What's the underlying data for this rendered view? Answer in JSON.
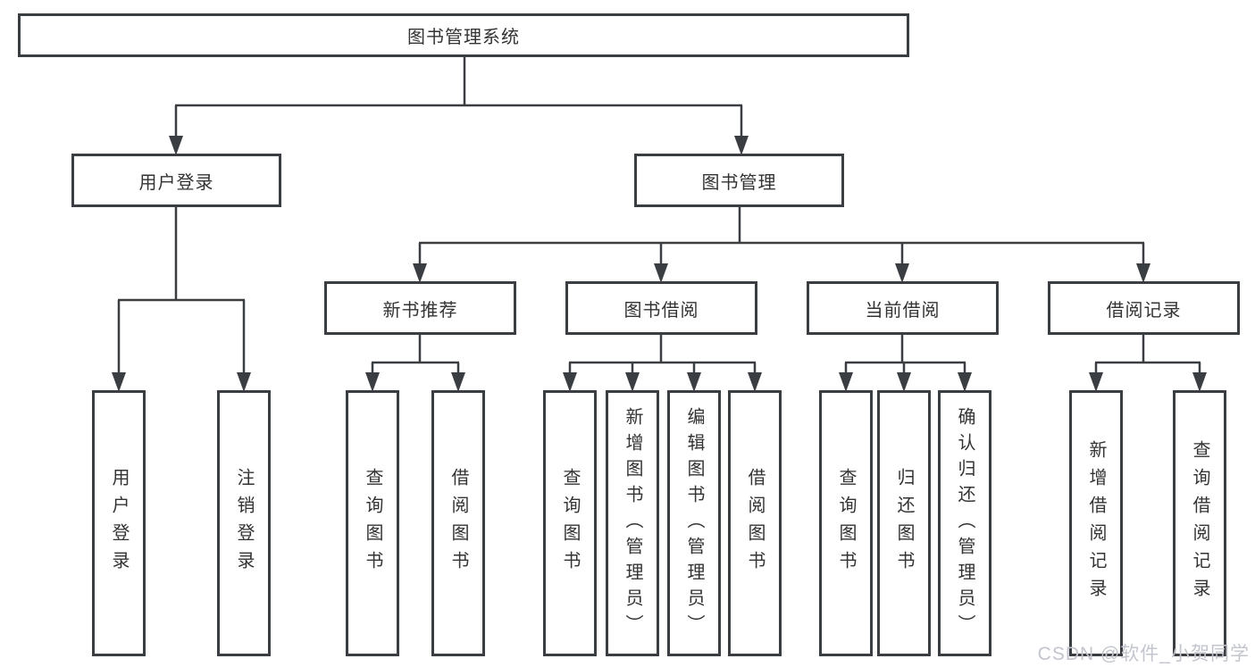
{
  "diagram": {
    "type": "hierarchy-tree",
    "title": "图书管理系统",
    "colors": {
      "line": "#3a3d41",
      "text": "#333333",
      "background": "#ffffff",
      "watermark_text": "#c2c5cd"
    },
    "nodes": {
      "root": {
        "label": "图书管理系统",
        "level": 1
      },
      "user_login": {
        "label": "用户登录",
        "level": 2
      },
      "book_mgmt": {
        "label": "图书管理",
        "level": 2
      },
      "new_book_rec": {
        "label": "新书推荐",
        "level": 3
      },
      "book_borrow": {
        "label": "图书借阅",
        "level": 3
      },
      "current_borrow": {
        "label": "当前借阅",
        "level": 3
      },
      "borrow_record": {
        "label": "借阅记录",
        "level": 3
      },
      "leaf_user_login": {
        "label": "用户登录",
        "level": 4
      },
      "leaf_logout": {
        "label": "注销登录",
        "level": 4
      },
      "leaf_nbr_query": {
        "label": "查询图书",
        "level": 4
      },
      "leaf_nbr_borrow": {
        "label": "借阅图书",
        "level": 4
      },
      "leaf_bb_query": {
        "label": "查询图书",
        "level": 4
      },
      "leaf_bb_add": {
        "label": "新增图书（管理员）",
        "level": 4
      },
      "leaf_bb_edit": {
        "label": "编辑图书（管理员）",
        "level": 4
      },
      "leaf_bb_borrow": {
        "label": "借阅图书",
        "level": 4
      },
      "leaf_cb_query": {
        "label": "查询图书",
        "level": 4
      },
      "leaf_cb_return": {
        "label": "归还图书",
        "level": 4
      },
      "leaf_cb_confirm": {
        "label": "确认归还（管理员）",
        "level": 4
      },
      "leaf_br_add": {
        "label": "新增借阅记录",
        "level": 4
      },
      "leaf_br_query": {
        "label": "查询借阅记录",
        "level": 4
      }
    },
    "edges": [
      {
        "from": "root",
        "to": "user_login"
      },
      {
        "from": "root",
        "to": "book_mgmt"
      },
      {
        "from": "user_login",
        "to": "leaf_user_login"
      },
      {
        "from": "user_login",
        "to": "leaf_logout"
      },
      {
        "from": "book_mgmt",
        "to": "new_book_rec"
      },
      {
        "from": "book_mgmt",
        "to": "book_borrow"
      },
      {
        "from": "book_mgmt",
        "to": "current_borrow"
      },
      {
        "from": "book_mgmt",
        "to": "borrow_record"
      },
      {
        "from": "new_book_rec",
        "to": "leaf_nbr_query"
      },
      {
        "from": "new_book_rec",
        "to": "leaf_nbr_borrow"
      },
      {
        "from": "book_borrow",
        "to": "leaf_bb_query"
      },
      {
        "from": "book_borrow",
        "to": "leaf_bb_add"
      },
      {
        "from": "book_borrow",
        "to": "leaf_bb_edit"
      },
      {
        "from": "book_borrow",
        "to": "leaf_bb_borrow"
      },
      {
        "from": "current_borrow",
        "to": "leaf_cb_query"
      },
      {
        "from": "current_borrow",
        "to": "leaf_cb_return"
      },
      {
        "from": "current_borrow",
        "to": "leaf_cb_confirm"
      },
      {
        "from": "borrow_record",
        "to": "leaf_br_add"
      },
      {
        "from": "borrow_record",
        "to": "leaf_br_query"
      }
    ],
    "watermark": "CSDN @软件_小贺同学"
  }
}
